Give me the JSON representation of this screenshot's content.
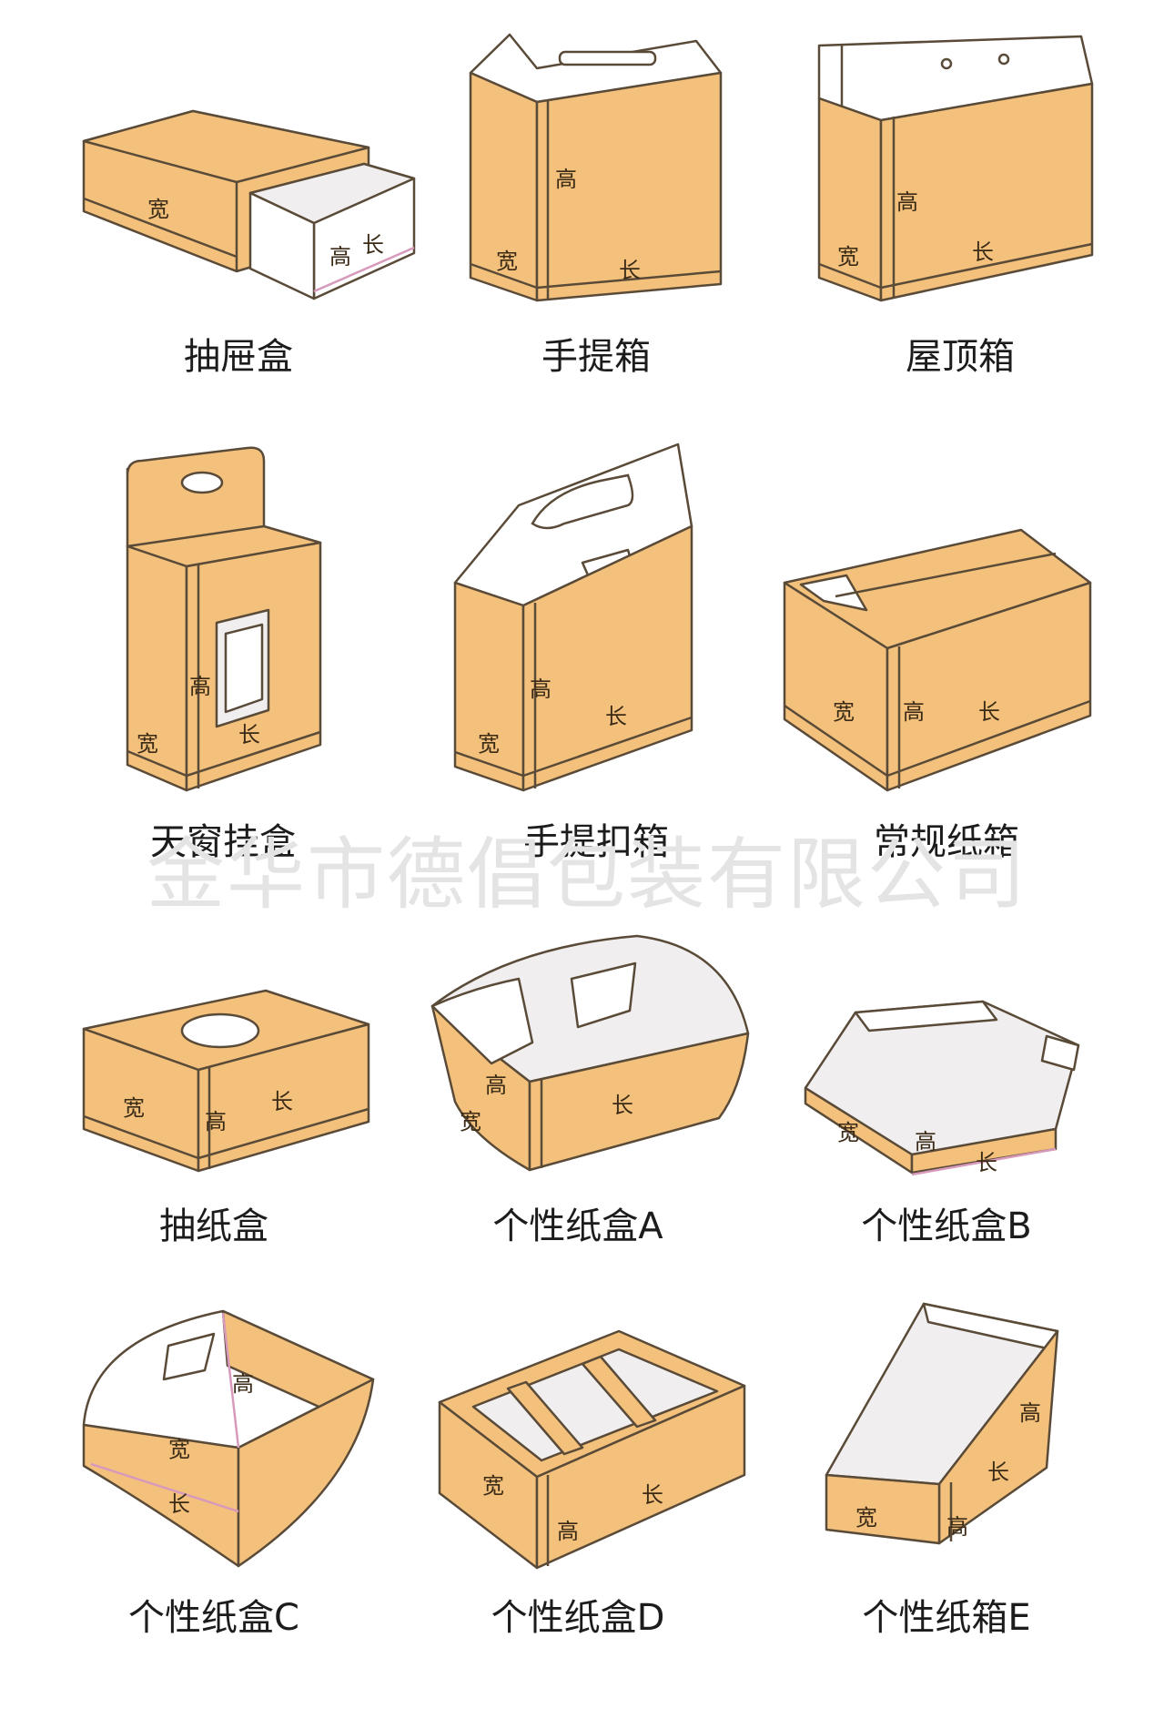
{
  "watermark": "金华市德倡包装有限公司",
  "dimension_labels": {
    "length": "长",
    "width": "宽",
    "height": "高"
  },
  "boxes": [
    {
      "caption": "抽屉盒"
    },
    {
      "caption": "手提箱"
    },
    {
      "caption": "屋顶箱"
    },
    {
      "caption": "天窗挂盒"
    },
    {
      "caption": "手提扣箱"
    },
    {
      "caption": "常规纸箱"
    },
    {
      "caption": "抽纸盒"
    },
    {
      "caption": "个性纸盒A"
    },
    {
      "caption": "个性纸盒B"
    },
    {
      "caption": "个性纸盒C"
    },
    {
      "caption": "个性纸盒D"
    },
    {
      "caption": "个性纸箱E"
    }
  ],
  "colors": {
    "kraft": "#f3c17c",
    "inner": "#f0eeee",
    "outline": "#5a4a38",
    "accent": "#d79abb"
  }
}
